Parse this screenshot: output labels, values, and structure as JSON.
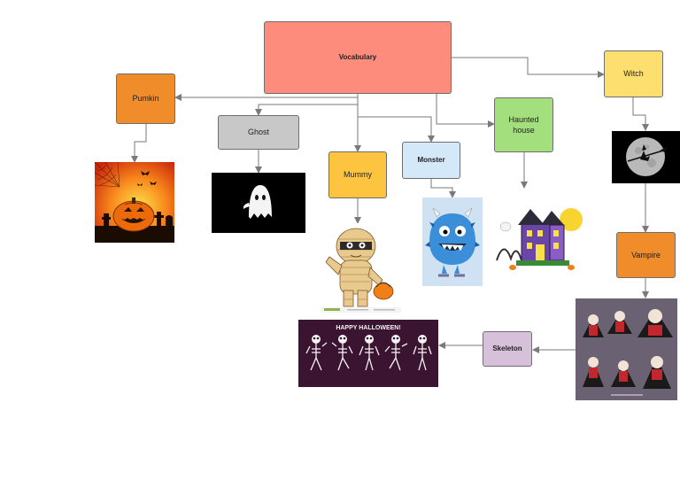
{
  "diagram": {
    "nodes": {
      "vocabulary": "Vocabulary",
      "pumkin": "Pumkin",
      "ghost": "Ghost",
      "mummy": "Mummy",
      "monster": "Monster",
      "haunted_house": "Haunted house",
      "witch": "Witch",
      "vampire": "Vampire",
      "skeleton": "Skeleton"
    },
    "images": {
      "skeleton_banner": "HAPPY HALLOWEEN!"
    },
    "colors": {
      "vocabulary": "#fd8c7d",
      "orange": "#f08c2a",
      "gray": "#c8c8c8",
      "yellow": "#fdc53f",
      "blue": "#d3e8f8",
      "green": "#a3e07d",
      "light_yellow": "#fddf70",
      "purple": "#d7c0d9",
      "connector": "#7a7a7a"
    }
  }
}
